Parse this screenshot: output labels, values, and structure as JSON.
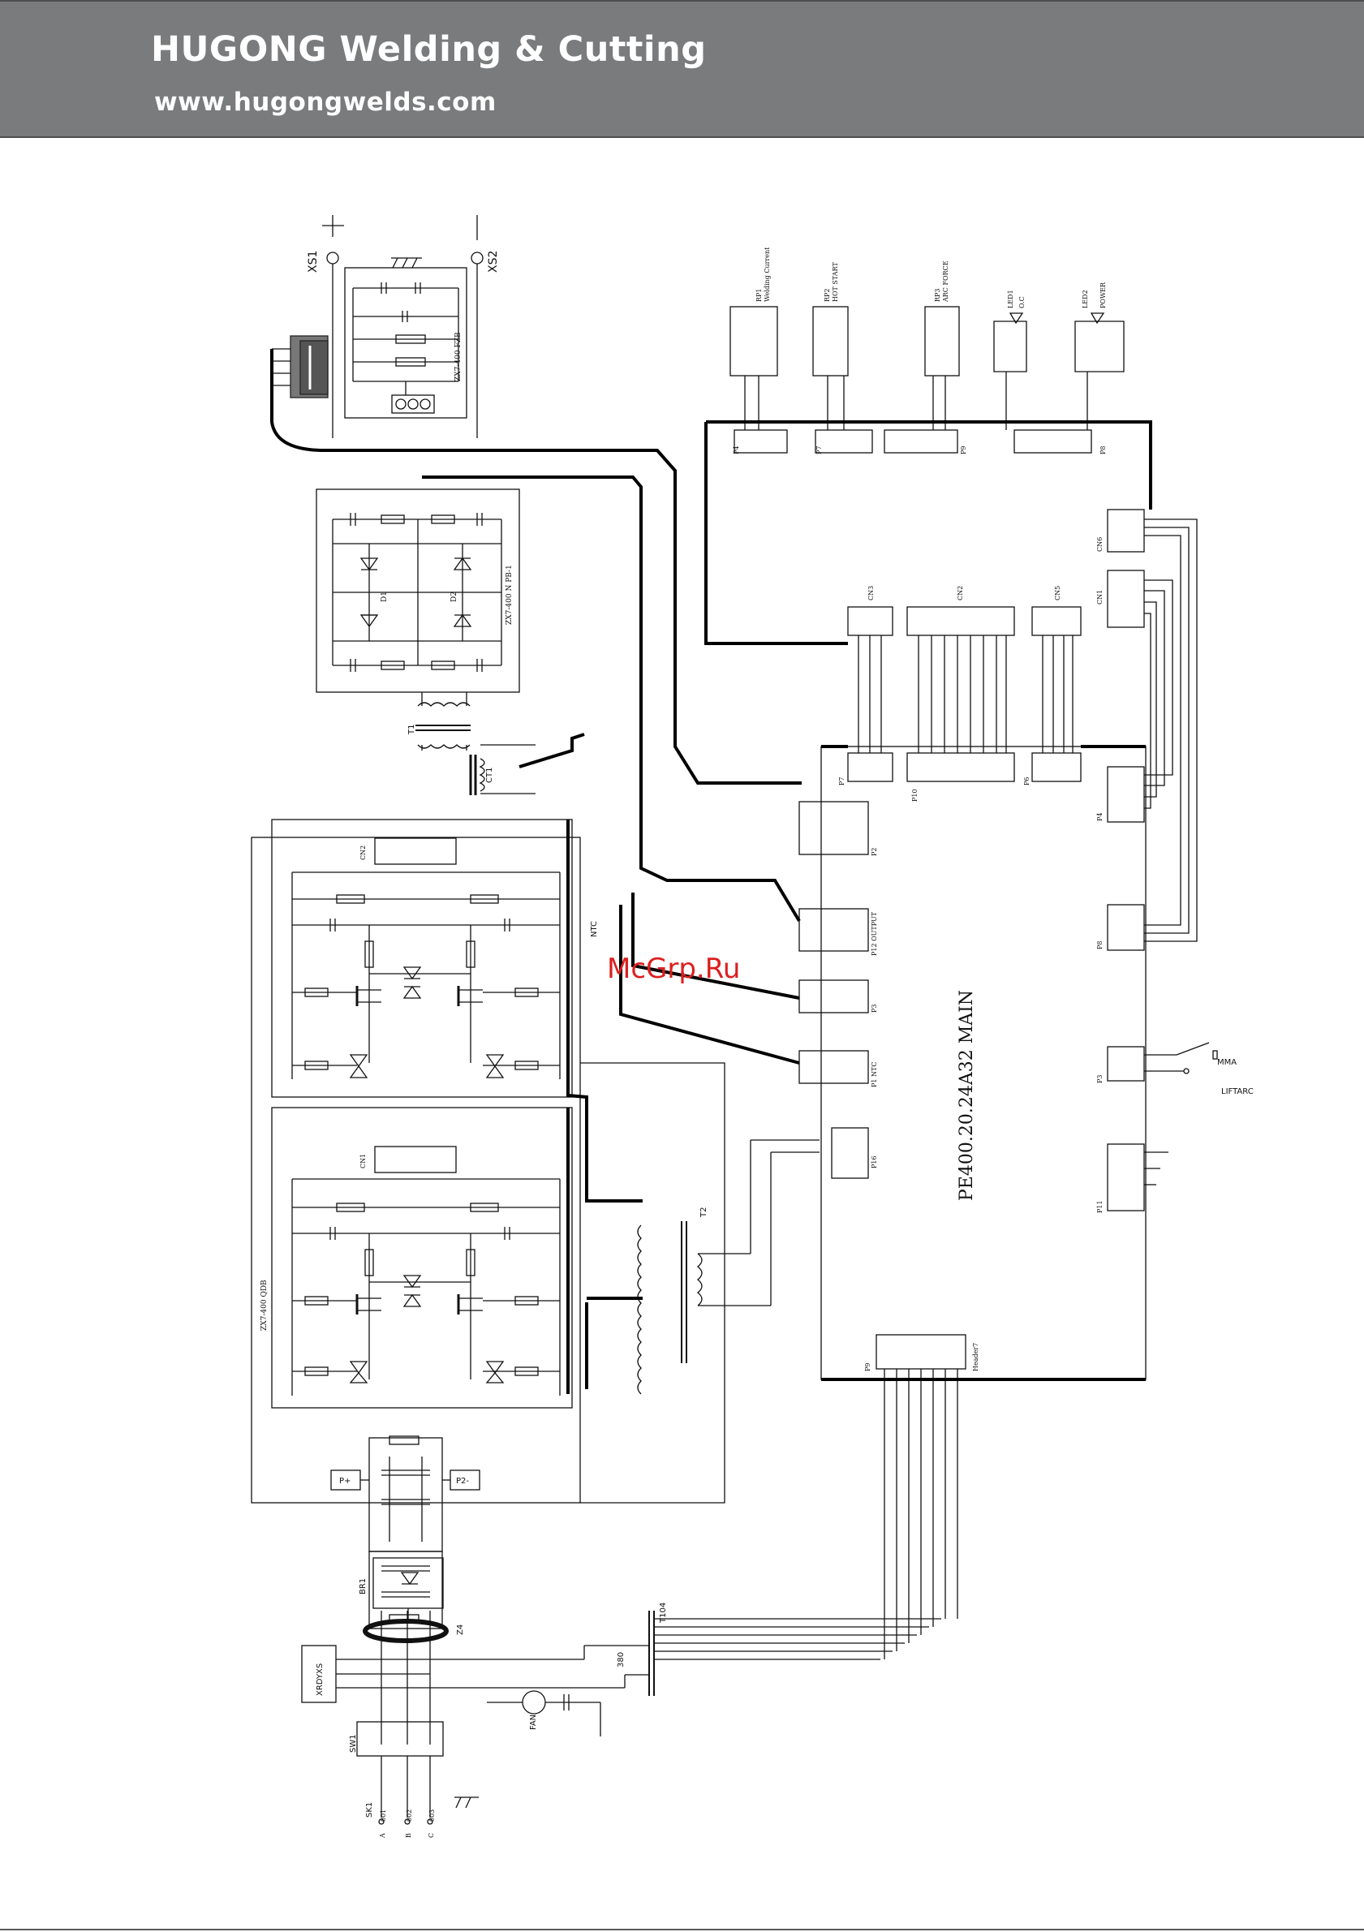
{
  "header": {
    "brand": "HUGONG Welding & Cutting",
    "website": "www.hugongwelds.com"
  },
  "watermark": "McGrp.Ru",
  "terminals": {
    "plus": "+",
    "minus": "−",
    "xs1": "XS1",
    "xs2": "XS2"
  },
  "boards": {
    "filter": "ZX7-400 FZB",
    "rectifier": "ZX7-400 N PB-1",
    "igbt": "ZX7-400 QDB",
    "main": "PE400.20.24A32 MAIN"
  },
  "parts": {
    "t1": "T1",
    "ct1": "CT1",
    "t2": "T2",
    "t104": "T104",
    "br1": "BR1",
    "sw1": "SW1",
    "sk1": "SK1",
    "fan": "FAN",
    "z4": "Z4",
    "varistor": "XRDYXS",
    "d1": "D1",
    "d2": "D2",
    "ntc": "NTC",
    "mma": "MMA",
    "liftarc": "LIFTARC",
    "v380": "380",
    "p_plus": "P+",
    "p_minus": "P2-"
  },
  "knobs": [
    {
      "ref": "RP1",
      "label": "Welding Current"
    },
    {
      "ref": "RP2",
      "label": "HOT START"
    },
    {
      "ref": "RP3",
      "label": "ARC FORCE"
    }
  ],
  "leds": [
    {
      "ref": "LED1",
      "label": "O.C"
    },
    {
      "ref": "LED2",
      "label": "POWER"
    }
  ],
  "connectors": {
    "p4_top": "P4",
    "p7_top": "P7",
    "p9_top": "P9",
    "p8_top": "P8",
    "cn3": "CN3",
    "cn2": "CN2",
    "cn5": "CN5",
    "cn6": "CN6",
    "cn1": "CN1",
    "p7": "P7",
    "p10": "P10",
    "p6": "P6",
    "p4": "P4",
    "p8": "P8",
    "p2": "P2",
    "p12": "P12 OUTPUT",
    "p3": "P3",
    "p1": "P1 NTC",
    "p16": "P16",
    "p3r": "P3",
    "p11": "P11",
    "p9": "P9",
    "header7": "Header7",
    "cn2_drv": "CN2",
    "cn1_drv": "CN1"
  },
  "inputs": {
    "a": "A",
    "b": "B",
    "c": "C",
    "w1": "001",
    "w2": "002",
    "w3": "003"
  }
}
